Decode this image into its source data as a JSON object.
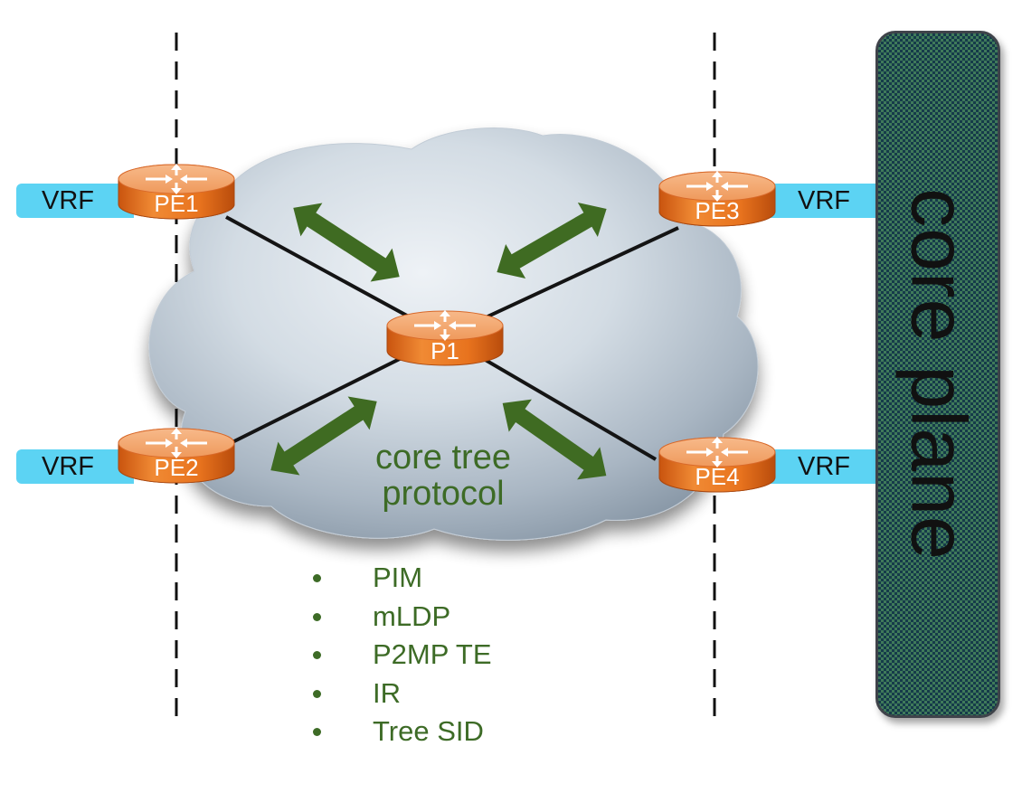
{
  "diagram": {
    "routers": [
      {
        "id": "pe1",
        "label": "PE1",
        "role": "provider-edge"
      },
      {
        "id": "pe2",
        "label": "PE2",
        "role": "provider-edge"
      },
      {
        "id": "pe3",
        "label": "PE3",
        "role": "provider-edge"
      },
      {
        "id": "pe4",
        "label": "PE4",
        "role": "provider-edge"
      },
      {
        "id": "p1",
        "label": "P1",
        "role": "provider-core"
      }
    ],
    "links": [
      {
        "from": "PE1",
        "to": "P1"
      },
      {
        "from": "PE2",
        "to": "P1"
      },
      {
        "from": "PE3",
        "to": "P1"
      },
      {
        "from": "PE4",
        "to": "P1"
      }
    ],
    "vrf_labels": {
      "pe1": "VRF",
      "pe2": "VRF",
      "pe3": "VRF",
      "pe4": "VRF"
    },
    "cloud_label_line1": "core tree",
    "cloud_label_line2": "protocol",
    "protocols": [
      "PIM",
      "mLDP",
      "P2MP TE",
      "IR",
      "Tree SID"
    ],
    "side_panel_label": "core plane",
    "colors": {
      "router_orange": "#e8731e",
      "vrf_blue": "#5cd3f3",
      "arrow_green": "#3f6b22",
      "text_green": "#3d6b26",
      "panel_dark": "#163b4a",
      "panel_green": "#3f7a5a"
    }
  }
}
